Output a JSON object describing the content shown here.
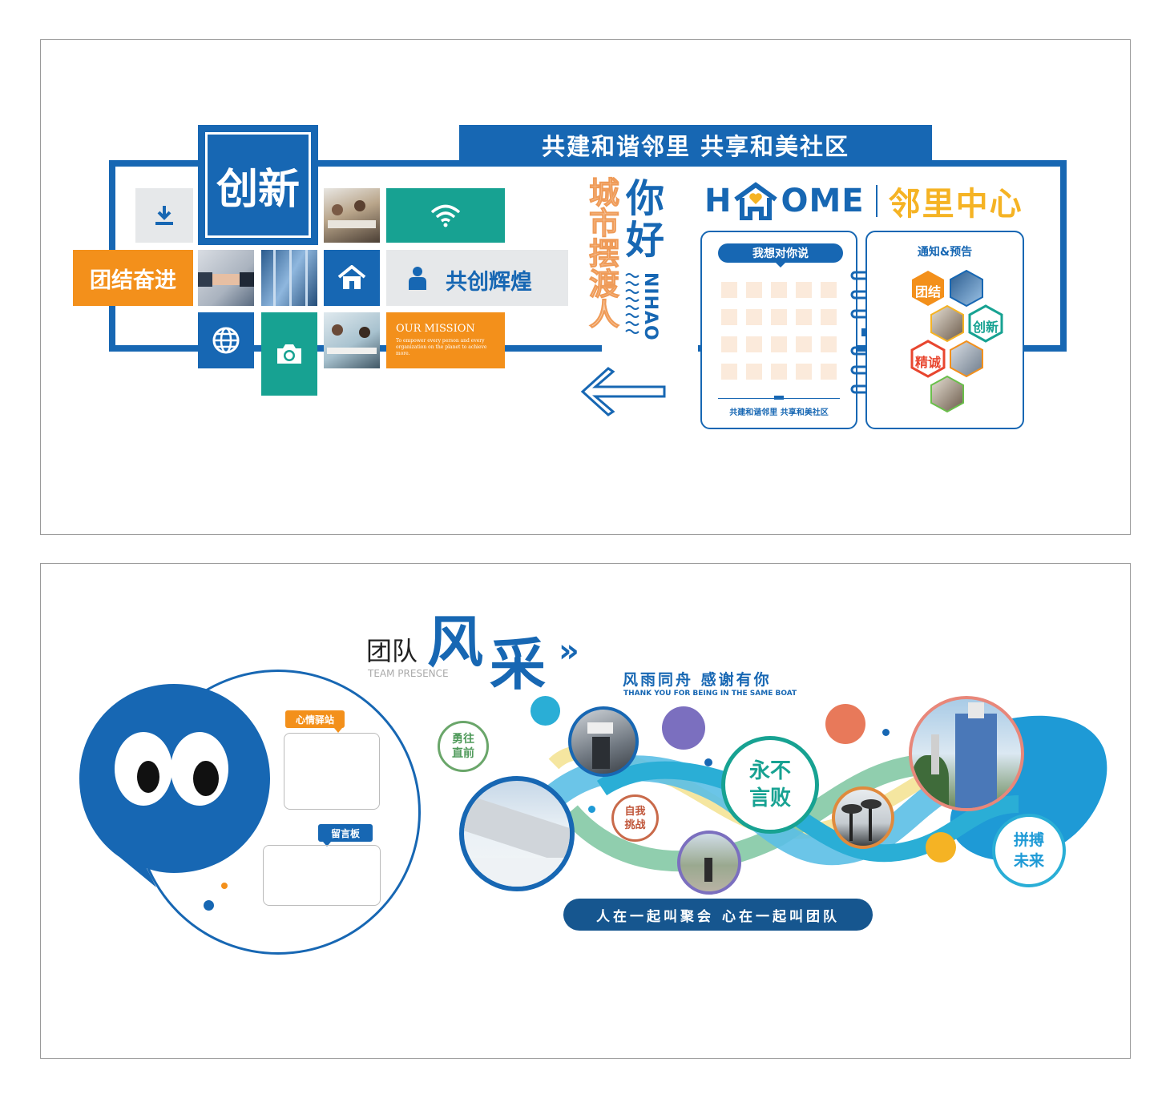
{
  "colors": {
    "blue": "#1767b3",
    "orange": "#f3901b",
    "teal": "#17a292",
    "yellow": "#f5b324",
    "gray": "#e6e8ea",
    "red": "#e8462f",
    "green": "#6abf4b",
    "purple": "#7b6fbf",
    "salmon": "#e8795a",
    "cyan": "#2aaed6",
    "navy": "#16568f"
  },
  "top": {
    "banner": "共建和谐邻里 共享和美社区",
    "innovation": "创新",
    "unity": "团结奋进",
    "create": "共创辉煌",
    "mission_title": "OUR MISSION",
    "mission_text": "To empower every person and every organization on the planet to achieve more.",
    "city": "城市摆渡人",
    "hello": "你好",
    "nihao": "NIHAO",
    "home_h": "H",
    "home_rest": "OME",
    "center_name": "邻里中心",
    "board_left_title": "我想对你说",
    "board_left_footer": "共建和谐邻里 共享和美社区",
    "board_right_title": "通知&预告",
    "hex_unity": "团结",
    "hex_innov": "创新",
    "hex_sincere": "精诚",
    "icons": [
      "download-icon",
      "wifi-icon",
      "home-icon",
      "person-icon",
      "globe-icon",
      "camera-icon",
      "arrow-left-icon"
    ]
  },
  "bottom": {
    "team": "团队",
    "style1": "风",
    "style2": "采",
    "chevrons": "»",
    "team_presence": "TEAM PRESENCE",
    "mood": "心情驿站",
    "message": "留言板",
    "motto_cn": "风雨同舟 感谢有你",
    "motto_en": "THANK YOU FOR BEING IN THE SAME BOAT",
    "brave_1": "勇往",
    "brave_2": "直前",
    "self_1": "自我",
    "self_2": "挑战",
    "never_1": "永不",
    "never_2": "言败",
    "strive_1": "拼搏",
    "strive_2": "未来",
    "slogan": "人在一起叫聚会 心在一起叫团队"
  }
}
